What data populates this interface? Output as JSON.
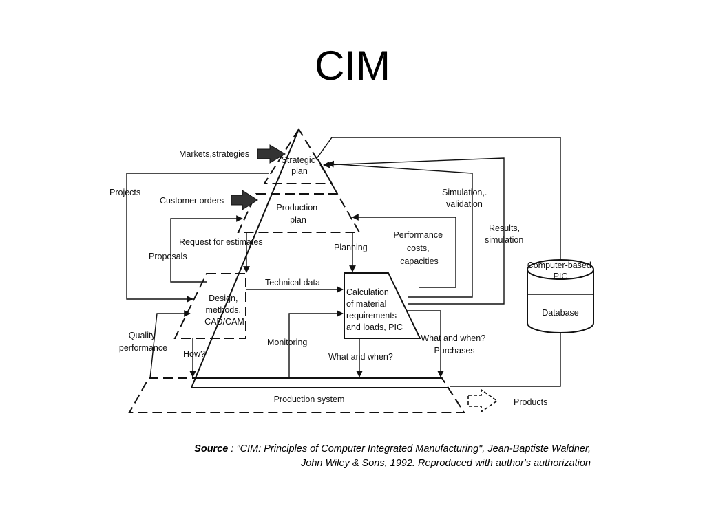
{
  "title": "CIM",
  "diagram": {
    "nodes": {
      "strategic_plan": [
        "Strategic",
        "plan"
      ],
      "production_plan": [
        "Production",
        "plan"
      ],
      "design": [
        "Design,",
        "methods,",
        "CAD/CAM"
      ],
      "calculation": [
        "Calculation",
        "of material",
        "requirements",
        "and loads, PIC"
      ],
      "production_system": "Production system",
      "database": {
        "header": [
          "Computer-based",
          "PIC"
        ],
        "body": "Database"
      }
    },
    "labels": {
      "markets_strategies": "Markets,strategies",
      "customer_orders": "Customer orders",
      "projects": "Projects",
      "simulation_validation": [
        "Simulation,.",
        "validation"
      ],
      "results_simulation": [
        "Results,",
        "simulation"
      ],
      "performance": [
        "Performance",
        "costs,",
        "capacities"
      ],
      "request_for_estimates": "Request for estimates",
      "proposals": "Proposals",
      "planning": "Planning",
      "technical_data": "Technical data",
      "quality_performance": [
        "Quality",
        "performance"
      ],
      "how": "How?",
      "monitoring": "Monitoring",
      "what_and_when": "What and when?",
      "what_and_when_purchases": [
        "What and when?",
        "Purchases"
      ],
      "products": "Products"
    }
  },
  "source": {
    "label": "Source",
    "separator": " : ",
    "line1": "\"CIM: Principles of Computer Integrated Manufacturing\", Jean-Baptiste Waldner,",
    "line2": "John Wiley & Sons, 1992. Reproduced with author's authorization"
  }
}
